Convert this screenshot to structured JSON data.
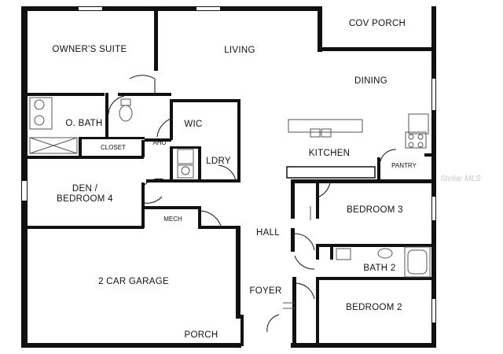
{
  "rooms": {
    "cov_porch": "COV PORCH",
    "owners_suite": "OWNER'S SUITE",
    "living": "LIVING",
    "dining": "DINING",
    "o_bath": "O. BATH",
    "wic": "WIC",
    "closet": "CLOSET",
    "ahu": "AHU",
    "kitchen": "KITCHEN",
    "ldry": "LDRY",
    "pantry": "PANTRY",
    "den": "DEN /",
    "bedroom4": "BEDROOM 4",
    "mech": "MECH",
    "bedroom3": "BEDROOM 3",
    "hall": "HALL",
    "bath2": "BATH 2",
    "garage": "2 CAR GARAGE",
    "foyer": "FOYER",
    "bedroom2": "BEDROOM 2",
    "porch": "PORCH"
  },
  "watermark": "Stellar MLS",
  "colors": {
    "wall": "#111111",
    "fixture": "#555555",
    "background": "#ffffff"
  }
}
